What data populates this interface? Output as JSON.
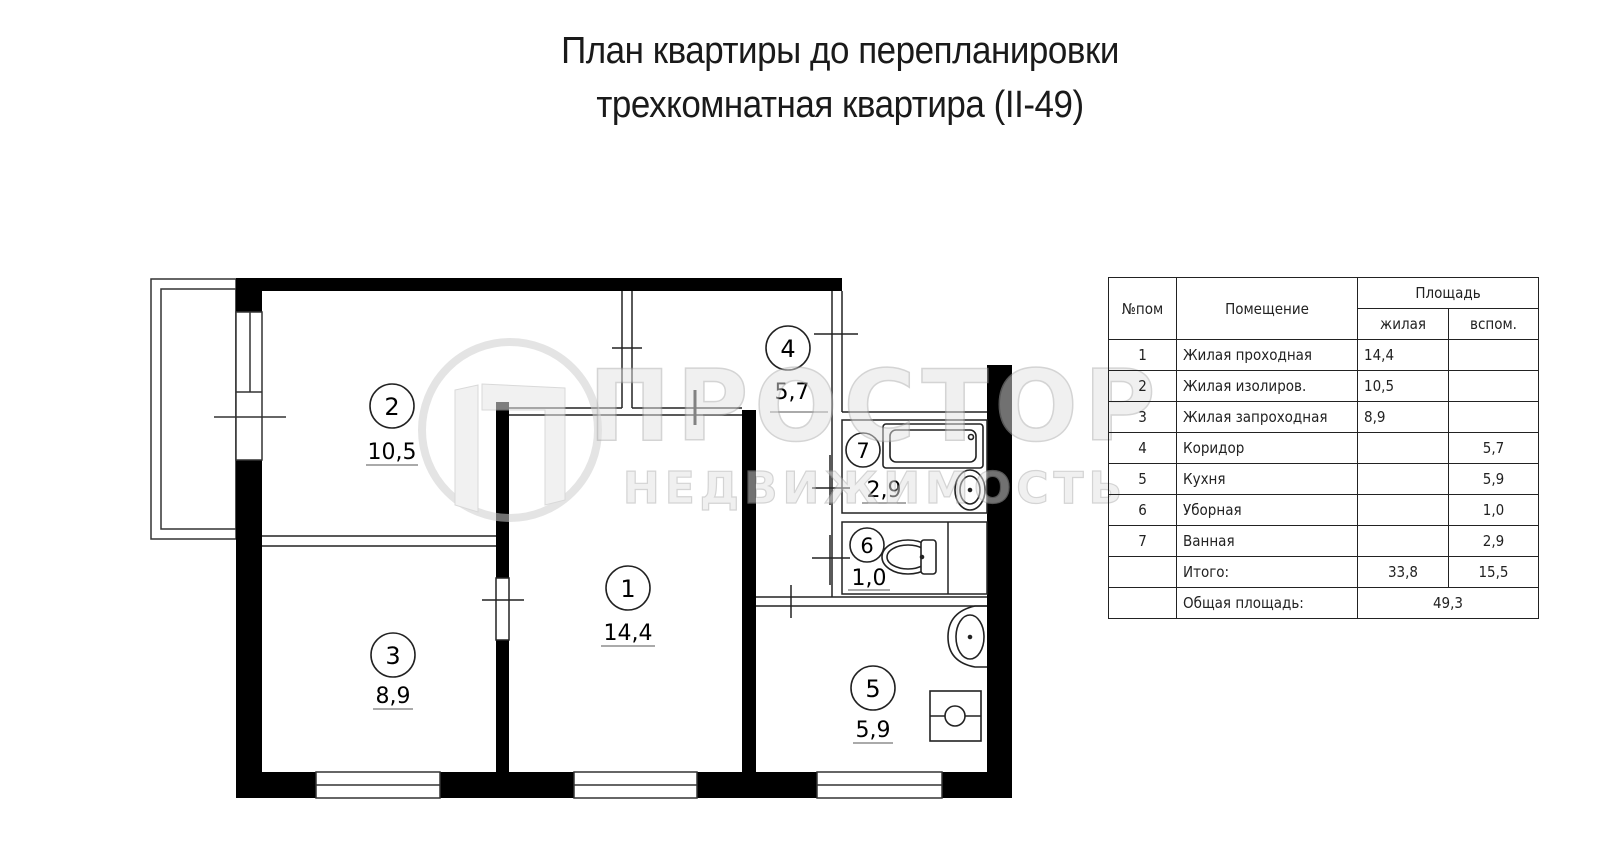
{
  "title": {
    "line1": "План квартиры до перепланировки",
    "line2": "трехкомнатная квартира (II-49)"
  },
  "plan": {
    "rooms": [
      {
        "num": "1",
        "area": "14,4"
      },
      {
        "num": "2",
        "area": "10,5"
      },
      {
        "num": "3",
        "area": "8,9"
      },
      {
        "num": "4",
        "area": "5,7"
      },
      {
        "num": "5",
        "area": "5,9"
      },
      {
        "num": "6",
        "area": "1,0"
      },
      {
        "num": "7",
        "area": "2,9"
      }
    ],
    "fixtures": [
      "bathtub-icon",
      "washbasin-icon",
      "toilet-icon",
      "kitchen-sink-icon",
      "stove-icon"
    ]
  },
  "watermark": {
    "brand": "ПРОСТОР",
    "sub": "НЕДВИЖИМОСТЬ"
  },
  "table": {
    "headers": {
      "num": "№пом",
      "room": "Помещение",
      "area": "Площадь",
      "living": "жилая",
      "aux": "вспом."
    },
    "rows": [
      {
        "num": "1",
        "name": "Жилая проходная",
        "living": "14,4",
        "aux": ""
      },
      {
        "num": "2",
        "name": "Жилая изолиров.",
        "living": "10,5",
        "aux": ""
      },
      {
        "num": "3",
        "name": "Жилая запроходная",
        "living": "8,9",
        "aux": ""
      },
      {
        "num": "4",
        "name": "Коридор",
        "living": "",
        "aux": "5,7"
      },
      {
        "num": "5",
        "name": "Кухня",
        "living": "",
        "aux": "5,9"
      },
      {
        "num": "6",
        "name": "Уборная",
        "living": "",
        "aux": "1,0"
      },
      {
        "num": "7",
        "name": "Ванная",
        "living": "",
        "aux": "2,9"
      }
    ],
    "total": {
      "label": "Итого:",
      "living": "33,8",
      "aux": "15,5"
    },
    "overall": {
      "label": "Общая площадь:",
      "value": "49,3"
    }
  }
}
